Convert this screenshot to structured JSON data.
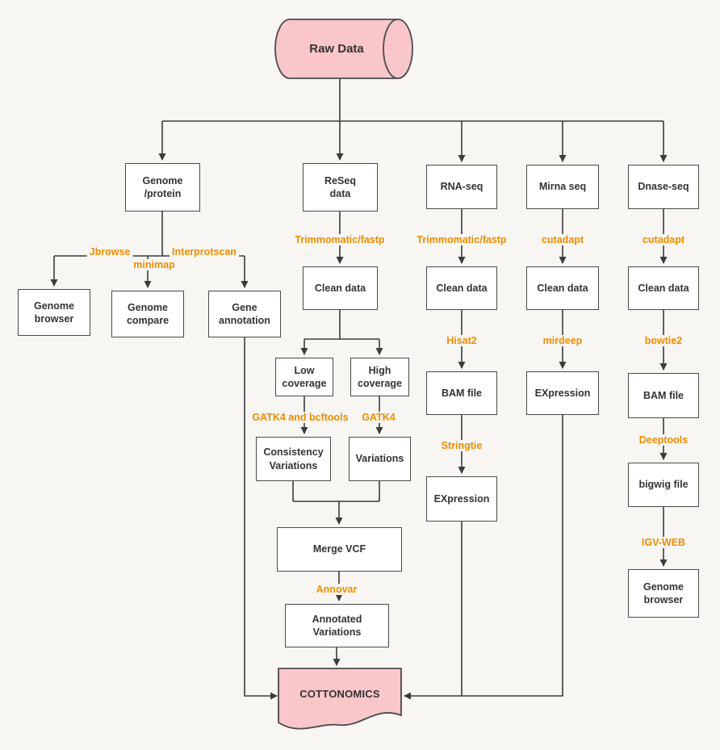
{
  "diagram": {
    "background": "#f7f6f3",
    "accent_orange": "#f08c00",
    "node_fill": "#ffffff",
    "node_border": "#4a4a4a",
    "pink_fill": "#f9c6c9",
    "line_color": "#3c3c3c"
  },
  "nodes": {
    "raw_data": "Raw Data",
    "genome_protein": "Genome\n/protein",
    "reseq_data": "ReSeq\ndata",
    "rna_seq": "RNA-seq",
    "mirna_seq": "Mirna seq",
    "dnase_seq": "Dnase-seq",
    "genome_browser": "Genome\nbrowser",
    "genome_compare": "Genome\ncompare",
    "gene_annotation": "Gene\nannotation",
    "clean_data_reseq": "Clean data",
    "clean_data_rna": "Clean data",
    "clean_data_mirna": "Clean data",
    "clean_data_dnase": "Clean data",
    "low_coverage": "Low\ncoverage",
    "high_coverage": "High\ncoverage",
    "consistency_variations": "Consistency\nVariations",
    "variations": "Variations",
    "merge_vcf": "Merge VCF",
    "annotated_variations": "Annotated\nVariations",
    "bam_file_rna": "BAM file",
    "expression_rna": "EXpression",
    "expression_mirna": "EXpression",
    "bam_file_dnase": "BAM file",
    "bigwig_file": "bigwig file",
    "genome_browser_dnase": "Genome\nbrowser",
    "cottonomics": "COTTONOMICS"
  },
  "edge_labels": {
    "jbrowse": "Jbrowse",
    "minimap": "minimap",
    "interprotscan": "Interprotscan",
    "trimmomatic_reseq": "Trimmomatic/fastp",
    "trimmomatic_rna": "Trimmomatic/fastp",
    "cutadapt_mirna": "cutadapt",
    "cutadapt_dnase": "cutadapt",
    "gatk4_bcftools": "GATK4 and bcftools",
    "gatk4": "GATK4",
    "hisat2": "Hisat2",
    "stringtie": "Stringtie",
    "mirdeep": "mirdeep",
    "bowtie2": "bowtie2",
    "deeptools": "Deeptools",
    "igv_web": "IGV-WEB",
    "annovar": "Annovar"
  }
}
